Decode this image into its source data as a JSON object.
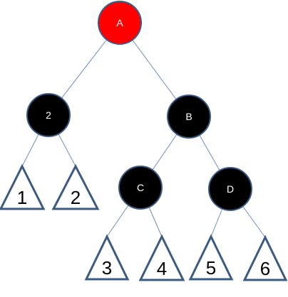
{
  "diagram": {
    "nodes": [
      {
        "id": "A",
        "label": "A",
        "color": "red"
      },
      {
        "id": "n2",
        "label": "2",
        "color": "black"
      },
      {
        "id": "B",
        "label": "B",
        "color": "black"
      },
      {
        "id": "C",
        "label": "C",
        "color": "black"
      },
      {
        "id": "D",
        "label": "D",
        "color": "black"
      }
    ],
    "subtrees": [
      {
        "id": "t1",
        "label": "1"
      },
      {
        "id": "t2",
        "label": "2"
      },
      {
        "id": "t3",
        "label": "3"
      },
      {
        "id": "t4",
        "label": "4"
      },
      {
        "id": "t5",
        "label": "5"
      },
      {
        "id": "t6",
        "label": "6"
      }
    ],
    "edges": [
      [
        "A",
        "n2"
      ],
      [
        "A",
        "B"
      ],
      [
        "n2",
        "t1"
      ],
      [
        "n2",
        "t2"
      ],
      [
        "B",
        "C"
      ],
      [
        "B",
        "D"
      ],
      [
        "C",
        "t3"
      ],
      [
        "C",
        "t4"
      ],
      [
        "D",
        "t5"
      ],
      [
        "D",
        "t6"
      ]
    ],
    "colors": {
      "red": "#ff0000",
      "black": "#000000",
      "outline": "#3c5a82",
      "edge": "#6f8fb8"
    }
  }
}
